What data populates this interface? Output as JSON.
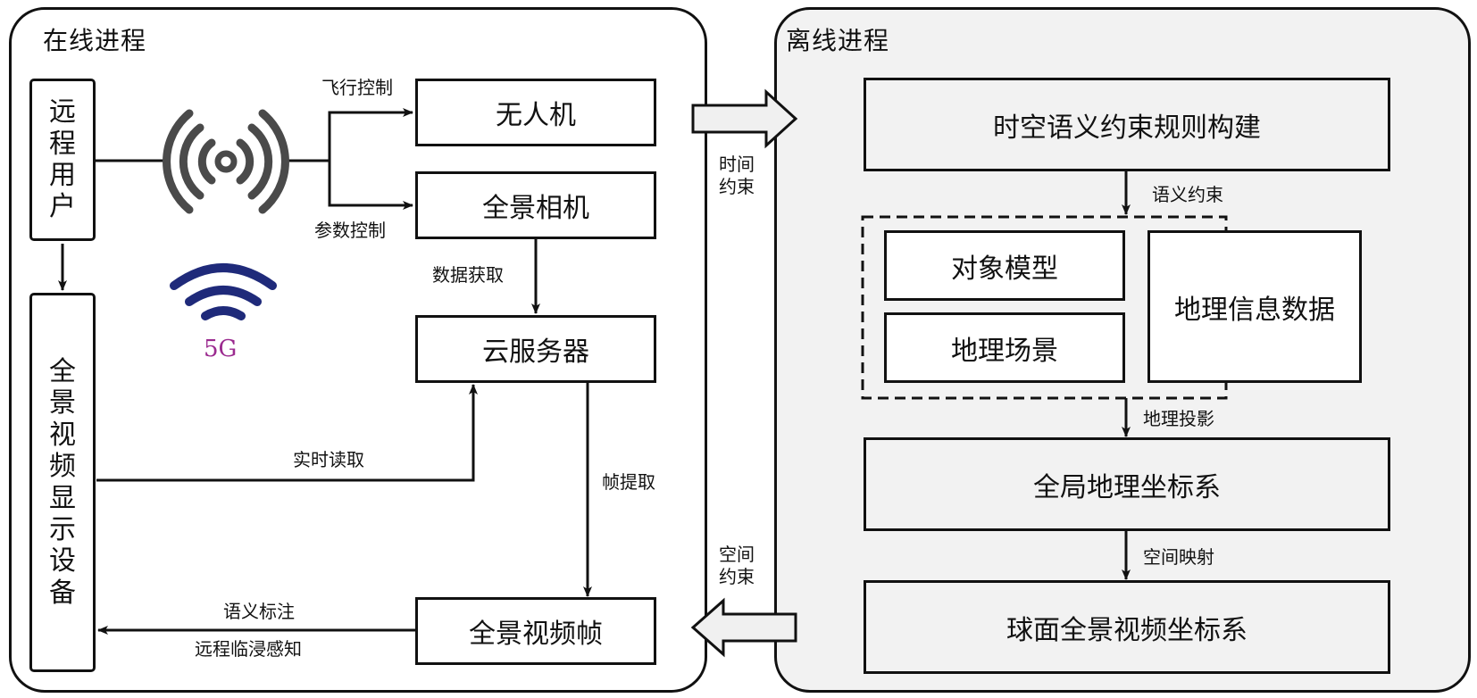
{
  "online": {
    "title": "在线进程",
    "remote_user": [
      "远",
      "程",
      "用",
      "户"
    ],
    "display_device": [
      "全",
      "景",
      "视",
      "频",
      "显",
      "示",
      "设",
      "备"
    ],
    "uav": "无人机",
    "pano_camera": "全景相机",
    "cloud_server": "云服务器",
    "pano_frame": "全景视频帧",
    "label_flight_control": "飞行控制",
    "label_param_control": "参数控制",
    "label_data_acquire": "数据获取",
    "label_realtime_read": "实时读取",
    "label_frame_extract": "帧提取",
    "label_semantic_annotation": "语义标注",
    "label_remote_immersive": "远程临浸感知",
    "label_5g": "5G",
    "icons": {
      "antenna": "wireless-broadcast-icon",
      "wifi": "wifi-5g-icon"
    },
    "colors": {
      "wifi": "#1f2a7a",
      "label_5g": "#9b2a8f",
      "antenna": "#4a4a4a"
    }
  },
  "offline": {
    "title": "离线进程",
    "rule_build": "时空语义约束规则构建",
    "object_model": "对象模型",
    "geo_scene": "地理场景",
    "geo_info_data": "地理信息数据",
    "global_geo_coord": "全局地理坐标系",
    "sphere_pano_coord": "球面全景视频坐标系",
    "label_semantic_constraint": "语义约束",
    "label_geo_projection": "地理投影",
    "label_spatial_mapping": "空间映射",
    "panel_color": "#f2f2f2"
  },
  "links": {
    "time_constraint": [
      "时间",
      "约束"
    ],
    "space_constraint": [
      "空间",
      "约束"
    ]
  }
}
